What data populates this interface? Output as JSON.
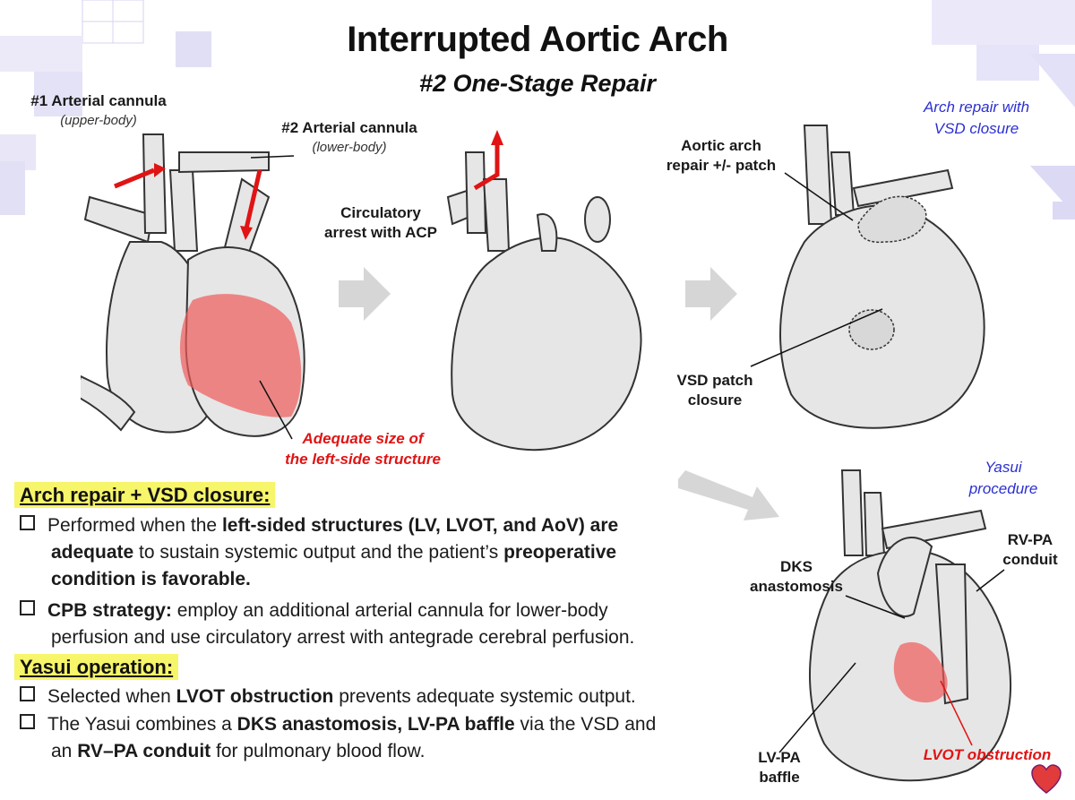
{
  "title": "Interrupted Aortic Arch",
  "subtitle": "#2 One-Stage Repair",
  "labels": {
    "cannula1": "#1 Arterial cannula",
    "cannula1_sub": "(upper-body)",
    "cannula2": "#2 Arterial cannula",
    "cannula2_sub": "(lower-body)",
    "circ_arrest_1": "Circulatory",
    "circ_arrest_2": "arrest with ACP",
    "arch_repair_1": "Aortic arch",
    "arch_repair_2": "repair +/- patch",
    "vsd_patch_1": "VSD patch",
    "vsd_patch_2": "closure",
    "adequate_1": "Adequate size of",
    "adequate_2": "the left-side structure",
    "arch_vsd_title_1": "Arch repair with",
    "arch_vsd_title_2": "VSD closure",
    "yasui_title_1": "Yasui",
    "yasui_title_2": "procedure",
    "rvpa_1": "RV-PA",
    "rvpa_2": "conduit",
    "dks_1": "DKS",
    "dks_2": "anastomosis",
    "lvpa_1": "LV-PA",
    "lvpa_2": "baffle",
    "lvot": "LVOT obstruction"
  },
  "section1": {
    "heading": "Arch repair + VSD closure",
    "heading_colon": ":",
    "b1_a": "Performed when the ",
    "b1_b": "left-sided structures (LV, LVOT, and AoV) are",
    "b1_c": "adequate",
    "b1_d": " to sustain systemic output and the patient’s ",
    "b1_e": "preoperative",
    "b1_f": "condition is favorable.",
    "b2_a": "CPB strategy:",
    "b2_b": " employ an additional arterial cannula for lower-body",
    "b2_c": "perfusion and use circulatory arrest with antegrade cerebral perfusion."
  },
  "section2": {
    "heading": "Yasui operation",
    "heading_colon": ":",
    "b1_a": "Selected when ",
    "b1_b": "LVOT obstruction",
    "b1_c": " prevents adequate systemic output.",
    "b2_a": "The Yasui combines a ",
    "b2_b": "DKS anastomosis, LV-PA baffle",
    "b2_c": " via the VSD and",
    "b2_d": "an ",
    "b2_e": "RV–PA conduit",
    "b2_f": " for pulmonary blood flow."
  },
  "colors": {
    "accent_red": "#e01414",
    "accent_blue": "#2b2fd0",
    "highlight": "#f7f56a",
    "deco_lavender": "#dcd9f5"
  },
  "icons": [
    "arrow-right-icon",
    "arrow-diagonal-icon",
    "heart-logo-icon"
  ]
}
